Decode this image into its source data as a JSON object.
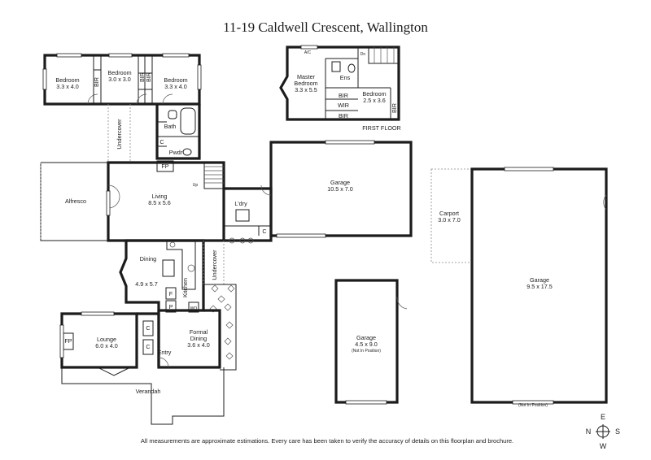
{
  "title": "11-19 Caldwell Crescent, Wallington",
  "disclaimer": "All measurements are approximate estimations. Every care has been taken to verify the accuracy of details on this floorplan and brochure.",
  "first_floor_label": "FIRST FLOOR",
  "compass": {
    "n": "N",
    "e": "E",
    "s": "S",
    "w": "W"
  },
  "rooms": {
    "bedroom1": {
      "name": "Bedroom",
      "size": "3.3 x 4.0"
    },
    "bedroom2": {
      "name": "Bedroom",
      "size": "3.0 x 3.0"
    },
    "bedroom3": {
      "name": "Bedroom",
      "size": "3.3 x 4.0"
    },
    "bir1": "BIR",
    "bir2": "BIR",
    "bir3": "BIR",
    "bath": "Bath",
    "pwdr": "Pwdr",
    "c_pwdr": "C",
    "undercover_left": "Undercover",
    "fp_living": "FP",
    "alfresco": "Alfresco",
    "living": {
      "name": "Living",
      "size": "8.5 x 5.6"
    },
    "stair_up": "Up",
    "ldry": "L'dry",
    "c_ldry": "C",
    "dining": "Dining",
    "kitchen": "Kitchen",
    "dining_size": "4.9 x 5.7",
    "undercover_right": "Undercover",
    "f": "F",
    "p": "P",
    "wo": "WO",
    "lounge": {
      "name": "Lounge",
      "size": "6.0 x 4.0"
    },
    "fp_lounge": "FP",
    "c_entry1": "C",
    "c_entry2": "C",
    "entry": "Entry",
    "formal_dining": {
      "name1": "Formal",
      "name2": "Dining",
      "size": "3.6 x 4.0"
    },
    "verandah": "Verandah",
    "garage_main": {
      "name": "Garage",
      "size": "10.5 x 7.0"
    },
    "master": {
      "name1": "Master",
      "name2": "Bedroom",
      "size": "3.3 x 5.5"
    },
    "ac": "A/C",
    "dn": "Dn",
    "ens": "Ens",
    "wir": "WIR",
    "bir_ff1": "BIR",
    "bir_ff2": "BIR",
    "bir_ff3": "BIR",
    "bedroom_ff": {
      "name": "Bedroom",
      "size": "2.5 x 3.6"
    },
    "carport": {
      "name": "Carport",
      "size": "3.0 x 7.0"
    },
    "garage_big": {
      "name": "Garage",
      "size": "9.5 x 17.5",
      "note": "(Not In Position)"
    },
    "garage_small": {
      "name": "Garage",
      "size": "4.5 x 9.0",
      "note": "(Not In Position)"
    }
  }
}
